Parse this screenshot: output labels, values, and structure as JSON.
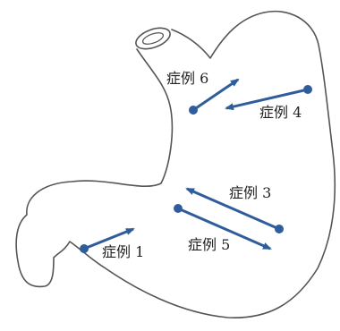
{
  "colors": {
    "outline": "#555555",
    "arrow": "#2f5d9c"
  },
  "labels": {
    "case1": "症例 1",
    "case3": "症例 3",
    "case4": "症例 4",
    "case5": "症例 5",
    "case6": "症例 6"
  }
}
